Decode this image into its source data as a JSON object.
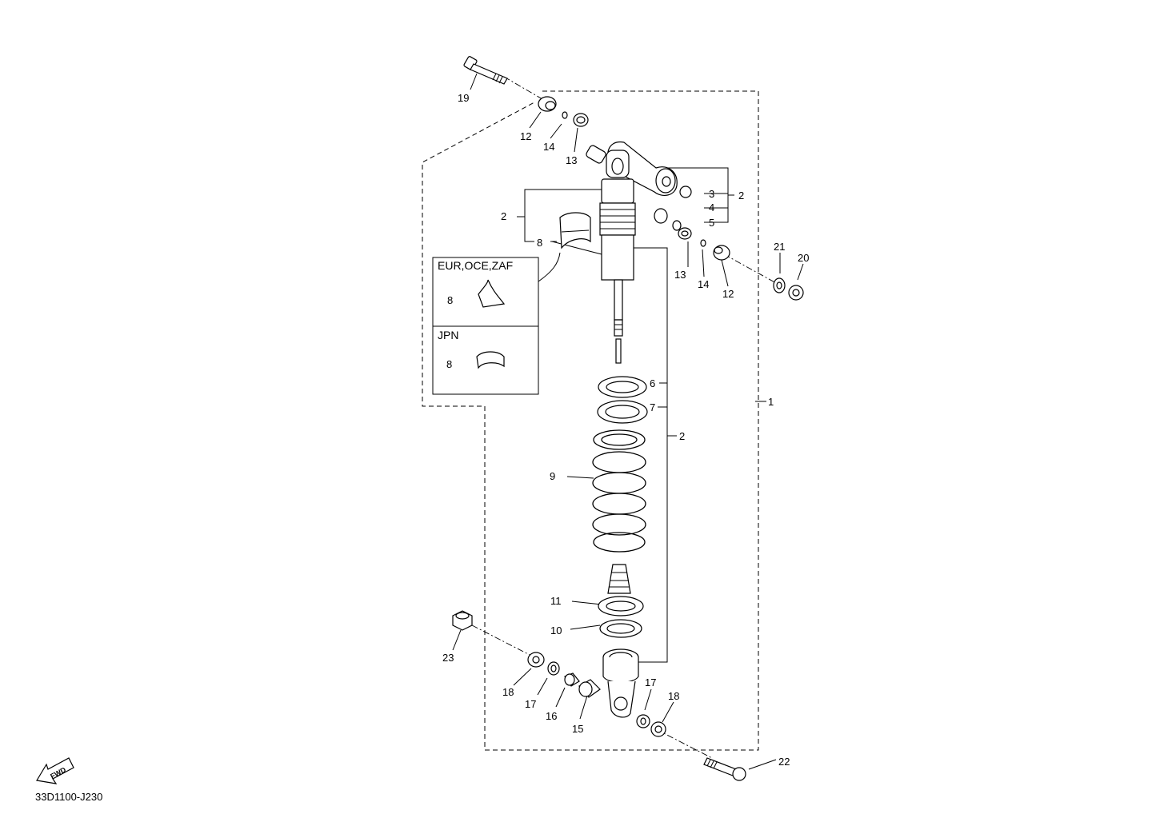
{
  "callouts": {
    "c1": "1",
    "c2a": "2",
    "c2b": "2",
    "c2c": "2",
    "c3": "3",
    "c4": "4",
    "c5": "5",
    "c6": "6",
    "c7": "7",
    "c8a": "8",
    "c8b": "8",
    "c8c": "8",
    "c9": "9",
    "c10": "10",
    "c11": "11",
    "c12a": "12",
    "c12b": "12",
    "c13a": "13",
    "c13b": "13",
    "c14a": "14",
    "c14b": "14",
    "c15": "15",
    "c16": "16",
    "c17a": "17",
    "c17b": "17",
    "c18a": "18",
    "c18b": "18",
    "c19": "19",
    "c20": "20",
    "c21": "21",
    "c22": "22",
    "c23": "23"
  },
  "regions": {
    "eur_label": "EUR,OCE,ZAF",
    "jpn_label": "JPN"
  },
  "fwd_label": "FWD",
  "diagram_code": "33D1100-J230"
}
